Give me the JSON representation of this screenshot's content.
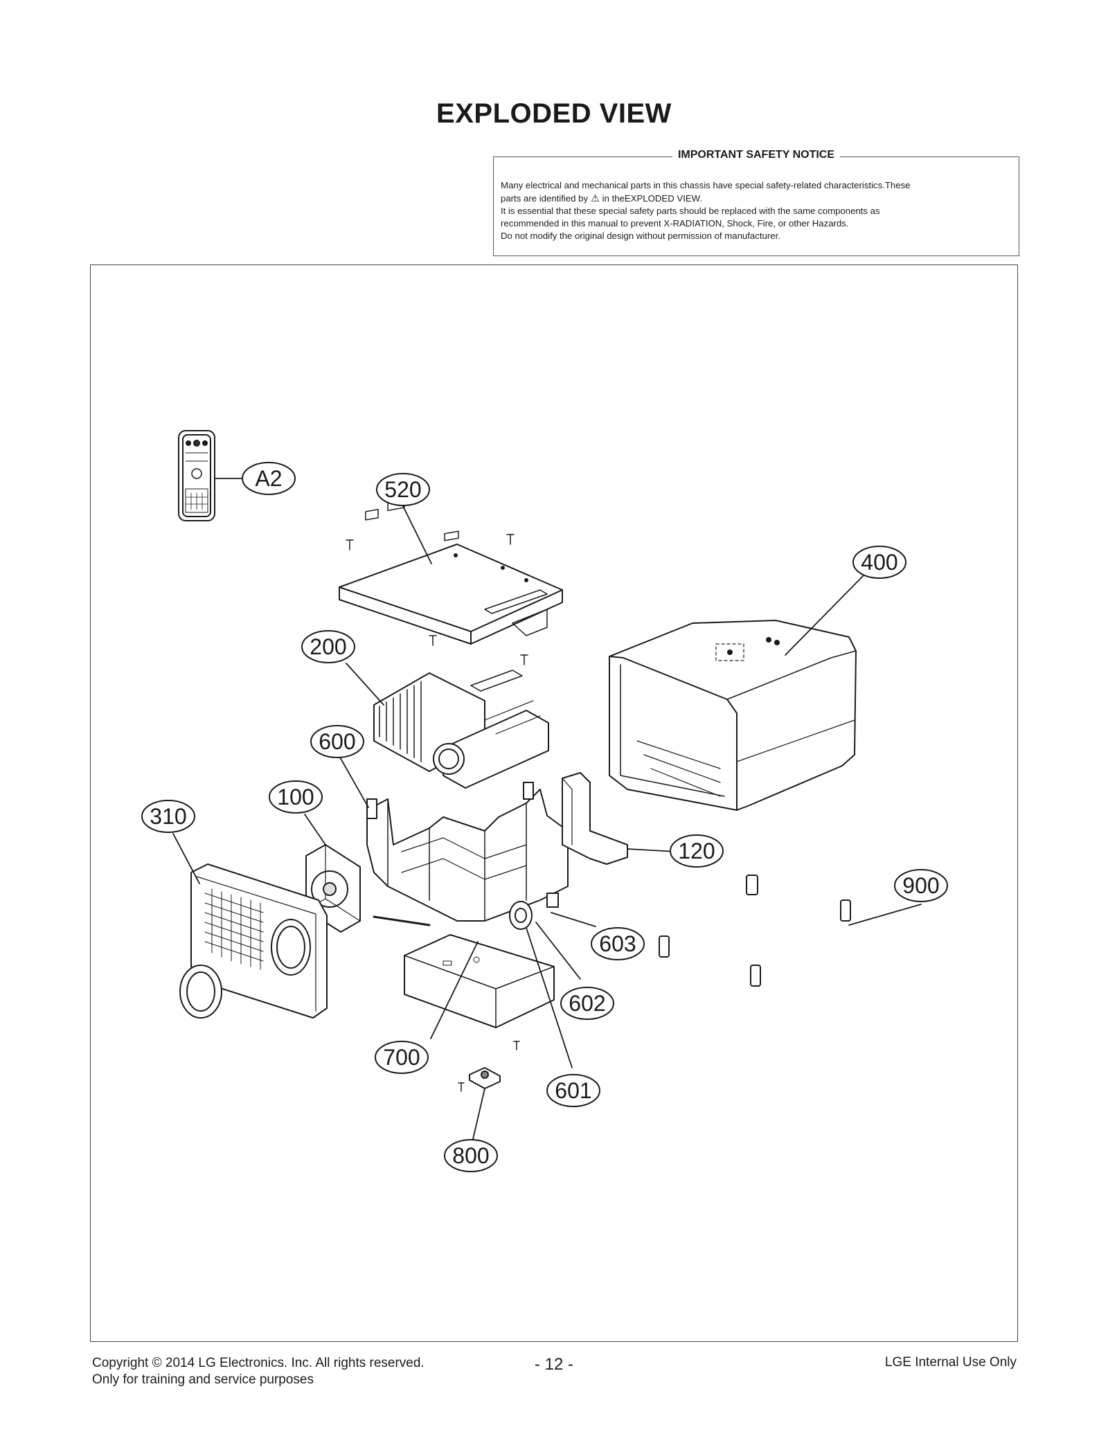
{
  "title": "EXPLODED VIEW",
  "notice": {
    "heading": "IMPORTANT SAFETY NOTICE",
    "line1": "Many electrical and mechanical parts in this chassis have special safety-related characteristics.These",
    "line2_a": "parts are identified by",
    "line2_icon": "warning-triangle-icon",
    "line2_b": "in theEXPLODED VIEW.",
    "line3": "It is essential that these special safety parts should be replaced with the same components as",
    "line4": "recommended in this manual to prevent X-RADIATION, Shock, Fire, or other Hazards.",
    "line5": "Do not modify the original design without permission of manufacturer."
  },
  "callouts": {
    "a2": "A2",
    "c520": "520",
    "c400": "400",
    "c200": "200",
    "c600": "600",
    "c100": "100",
    "c310": "310",
    "c120": "120",
    "c900": "900",
    "c603": "603",
    "c602": "602",
    "c700": "700",
    "c601": "601",
    "c800": "800"
  },
  "footer": {
    "copyright": "Copyright  © 2014  LG Electronics. Inc. All rights reserved.",
    "purpose": "Only for training and service purposes",
    "page": "- 12 -",
    "internal": "LGE Internal Use Only"
  }
}
